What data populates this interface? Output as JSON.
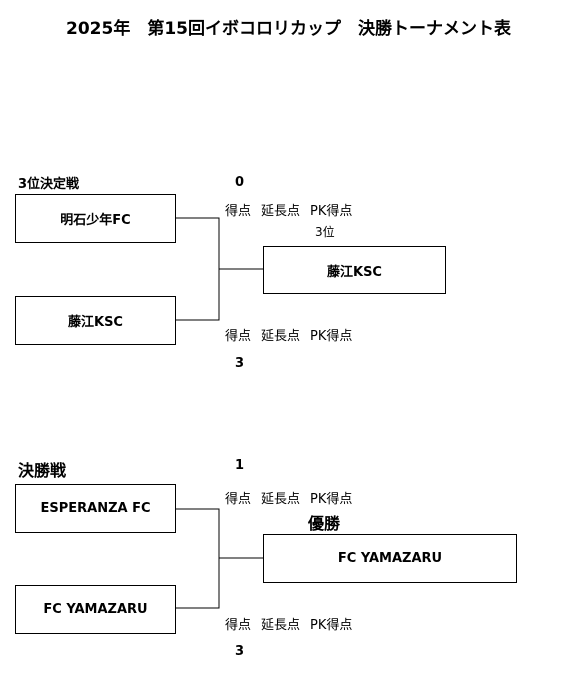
{
  "title": "2025年　第15回イボコロリカップ　決勝トーナメント表",
  "third_place_match": {
    "label": "3位決定戦",
    "team_top": "明石少年FC",
    "team_bottom": "藤江KSC",
    "score_top": "0",
    "score_bottom": "3",
    "score_labels": [
      "得点",
      "延長点",
      "PK得点"
    ],
    "result_label": "3位",
    "result_team": "藤江KSC"
  },
  "final_match": {
    "label": "決勝戦",
    "team_top": "ESPERANZA FC",
    "team_bottom": "FC YAMAZARU",
    "score_top": "1",
    "score_bottom": "3",
    "score_labels": [
      "得点",
      "延長点",
      "PK得点"
    ],
    "result_label": "優勝",
    "result_team": "FC YAMAZARU"
  }
}
